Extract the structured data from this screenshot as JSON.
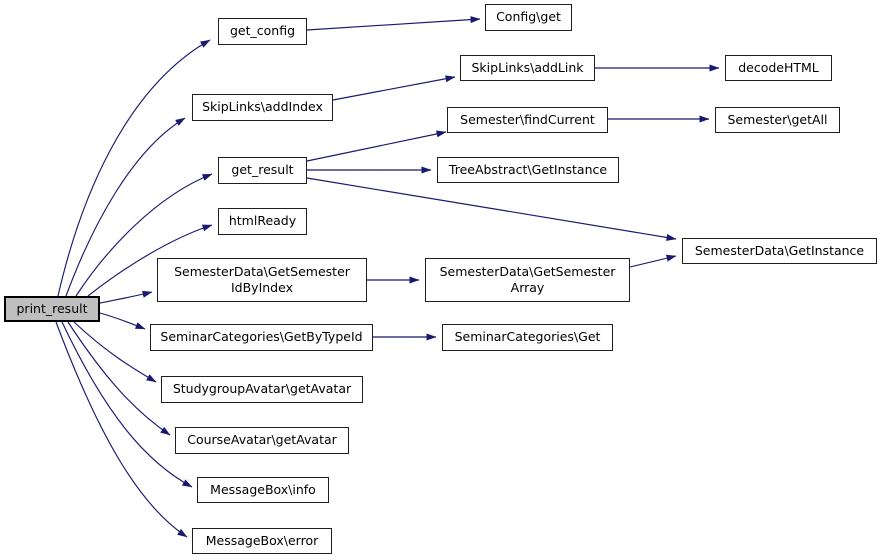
{
  "diagram": {
    "kind": "function-call-graph",
    "root": "print_result",
    "colors": {
      "edge": "#191970",
      "node_border": "#1f1f1f",
      "node_fill": "#ffffff",
      "root_fill": "#bfbfbf",
      "background": "#ffffff",
      "text": "#000000"
    },
    "nodes": [
      {
        "id": "print_result",
        "label": "print_result",
        "highlighted": true
      },
      {
        "id": "get_config",
        "label": "get_config"
      },
      {
        "id": "config_get",
        "label": "Config\\get"
      },
      {
        "id": "skiplinks_addindex",
        "label": "SkipLinks\\addIndex"
      },
      {
        "id": "skiplinks_addlink",
        "label": "SkipLinks\\addLink"
      },
      {
        "id": "decodehtml",
        "label": "decodeHTML"
      },
      {
        "id": "semester_findcurrent",
        "label": "Semester\\findCurrent"
      },
      {
        "id": "semester_getall",
        "label": "Semester\\getAll"
      },
      {
        "id": "get_result",
        "label": "get_result"
      },
      {
        "id": "treeabstract_getinstance",
        "label": "TreeAbstract\\GetInstance"
      },
      {
        "id": "htmlready",
        "label": "htmlReady"
      },
      {
        "id": "semesterdata_getsemesteridbyindex",
        "label": "SemesterData\\GetSemester\nIdByIndex"
      },
      {
        "id": "semesterdata_getsemesterarray",
        "label": "SemesterData\\GetSemester\nArray"
      },
      {
        "id": "semesterdata_getinstance",
        "label": "SemesterData\\GetInstance"
      },
      {
        "id": "seminarcategories_getbytypeid",
        "label": "SeminarCategories\\GetByTypeId"
      },
      {
        "id": "seminarcategories_get",
        "label": "SeminarCategories\\Get"
      },
      {
        "id": "studygroupavatar_getavatar",
        "label": "StudygroupAvatar\\getAvatar"
      },
      {
        "id": "courseavatar_getavatar",
        "label": "CourseAvatar\\getAvatar"
      },
      {
        "id": "messagebox_info",
        "label": "MessageBox\\info"
      },
      {
        "id": "messagebox_error",
        "label": "MessageBox\\error"
      }
    ],
    "edges": [
      {
        "from": "print_result",
        "to": "get_config"
      },
      {
        "from": "print_result",
        "to": "skiplinks_addindex"
      },
      {
        "from": "print_result",
        "to": "get_result"
      },
      {
        "from": "print_result",
        "to": "htmlready"
      },
      {
        "from": "print_result",
        "to": "semesterdata_getsemesteridbyindex"
      },
      {
        "from": "print_result",
        "to": "seminarcategories_getbytypeid"
      },
      {
        "from": "print_result",
        "to": "studygroupavatar_getavatar"
      },
      {
        "from": "print_result",
        "to": "courseavatar_getavatar"
      },
      {
        "from": "print_result",
        "to": "messagebox_info"
      },
      {
        "from": "print_result",
        "to": "messagebox_error"
      },
      {
        "from": "get_config",
        "to": "config_get"
      },
      {
        "from": "skiplinks_addindex",
        "to": "skiplinks_addlink"
      },
      {
        "from": "skiplinks_addlink",
        "to": "decodehtml"
      },
      {
        "from": "get_result",
        "to": "semester_findcurrent"
      },
      {
        "from": "get_result",
        "to": "treeabstract_getinstance"
      },
      {
        "from": "get_result",
        "to": "semesterdata_getinstance"
      },
      {
        "from": "semester_findcurrent",
        "to": "semester_getall"
      },
      {
        "from": "semesterdata_getsemesteridbyindex",
        "to": "semesterdata_getsemesterarray"
      },
      {
        "from": "semesterdata_getsemesterarray",
        "to": "semesterdata_getinstance"
      },
      {
        "from": "seminarcategories_getbytypeid",
        "to": "seminarcategories_get"
      }
    ]
  }
}
